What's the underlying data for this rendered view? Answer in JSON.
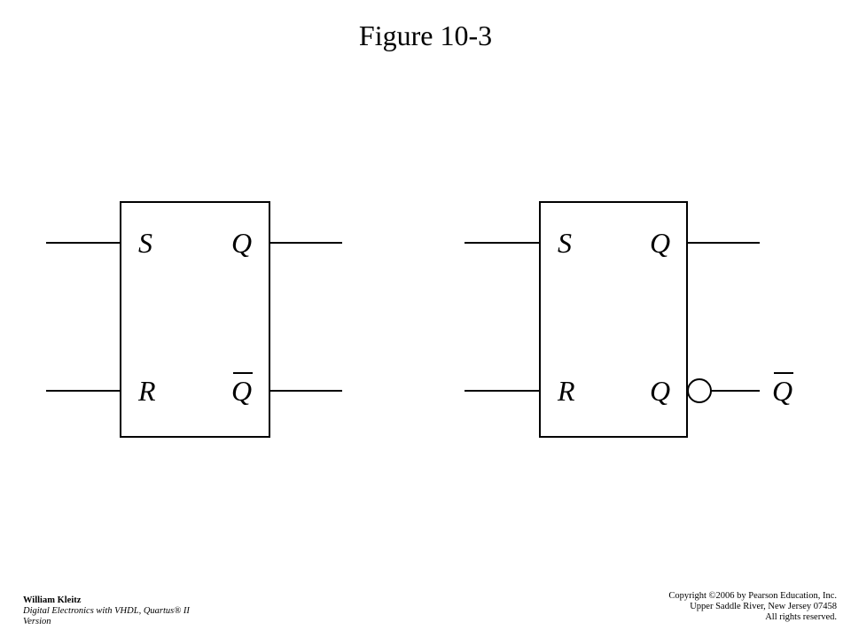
{
  "title": "Figure 10-3",
  "left_block": {
    "pin_s": "S",
    "pin_r": "R",
    "pin_q": "Q",
    "pin_q_bar": "Q"
  },
  "right_block": {
    "pin_s": "S",
    "pin_r": "R",
    "pin_q": "Q",
    "pin_q_inverted": "Q",
    "output_q_bar": "Q"
  },
  "footer": {
    "author": "William Kleitz",
    "book_line1": "Digital Electronics with VHDL, Quartus® II Version",
    "copyright_line1": "Copyright ©2006 by Pearson Education, Inc.",
    "copyright_line2": "Upper Saddle River, New Jersey 07458",
    "copyright_line3": "All rights reserved."
  }
}
